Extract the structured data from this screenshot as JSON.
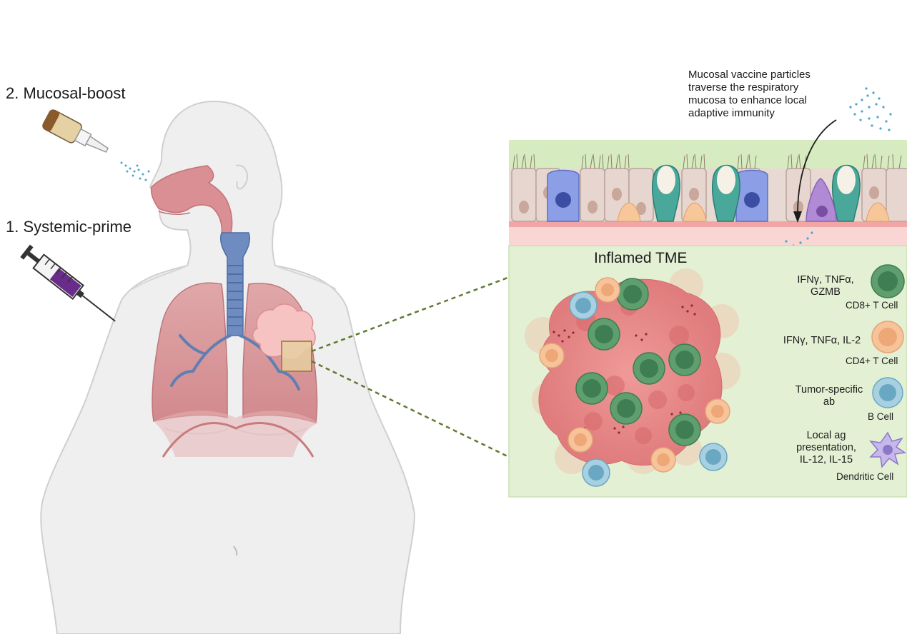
{
  "steps": {
    "mucosal_boost": "2. Mucosal-boost",
    "systemic_prime": "1. Systemic-prime"
  },
  "mucosa_note": {
    "lines": [
      "Mucosal vaccine particles",
      "traverse the respiratory",
      "mucosa to enhance local",
      "adaptive immunity"
    ]
  },
  "tme": {
    "title": "Inflamed TME"
  },
  "legend": [
    {
      "effect_lines": [
        "IFNγ, TNFα,",
        "GZMB"
      ],
      "cell": "CD8+ T Cell",
      "color": "#5f9e6e",
      "inner_color": "#3f7d52"
    },
    {
      "effect_lines": [
        "IFNγ, TNFα, IL-2"
      ],
      "cell": "CD4+ T Cell",
      "color": "#f6c39a",
      "inner_color": "#eea777"
    },
    {
      "effect_lines": [
        "Tumor-specific",
        "ab"
      ],
      "cell": "B Cell",
      "color": "#a7d0e0",
      "inner_color": "#6aa7c2"
    },
    {
      "effect_lines": [
        "Local ag",
        "presentation,",
        "IL-12, IL-15"
      ],
      "cell": "Dendritic Cell",
      "color": "#c6b8ea",
      "inner_color": "#8c78c9"
    }
  ],
  "colors": {
    "tme_background": "#e3f0d3",
    "tme_border": "#c9e0b3",
    "zoom_line": "#5f7a2f",
    "tumor": "#e7898a",
    "body_outline": "#c8c8c8",
    "body_fill": "#eeeeee",
    "lung": "#d98c8f",
    "trachea": "#5f7fb3",
    "mucus_particles": "#4aa6c9"
  }
}
